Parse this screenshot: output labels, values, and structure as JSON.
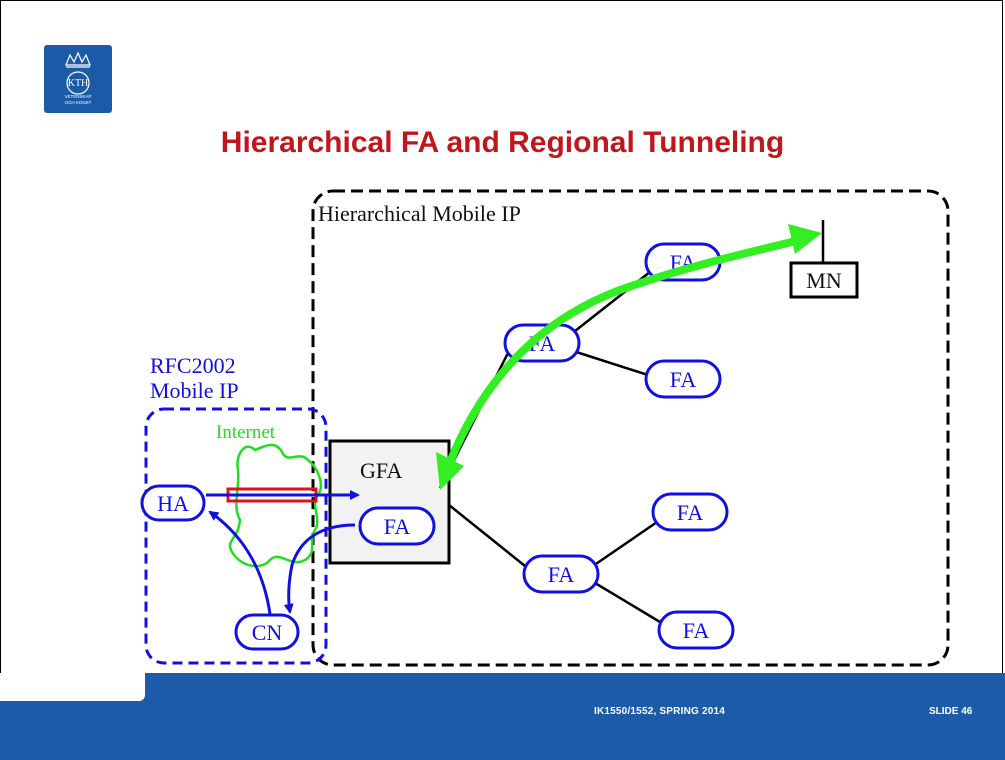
{
  "slide": {
    "title": "Hierarchical FA and Regional Tunneling",
    "logo_text": "KTH",
    "logo_subtext_1": "VETENSKAP",
    "logo_subtext_2": "OCH KONST"
  },
  "diagram": {
    "hmip_label": "Hierarchical Mobile IP",
    "rfc_label_line1": "RFC2002",
    "rfc_label_line2": "Mobile IP",
    "internet_label": "Internet",
    "gfa_label": "GFA",
    "nodes": {
      "ha": "HA",
      "cn": "CN",
      "gfa_fa": "FA",
      "fa_mid": "FA",
      "fa_top": "FA",
      "fa_mid_right": "FA",
      "fa_low": "FA",
      "fa_low_top": "FA",
      "fa_low_bottom": "FA",
      "mn": "MN"
    },
    "colors": {
      "node_blue": "#1010e0",
      "internet_green": "#22dd22",
      "tunnel_red": "#e01020",
      "path_green": "#33ee22",
      "title_red": "#c0161c",
      "footer_blue": "#1d5ba9"
    }
  },
  "footer": {
    "course": "IK1550/1552, SPRING 2014",
    "slide_number": "SLIDE 46"
  }
}
